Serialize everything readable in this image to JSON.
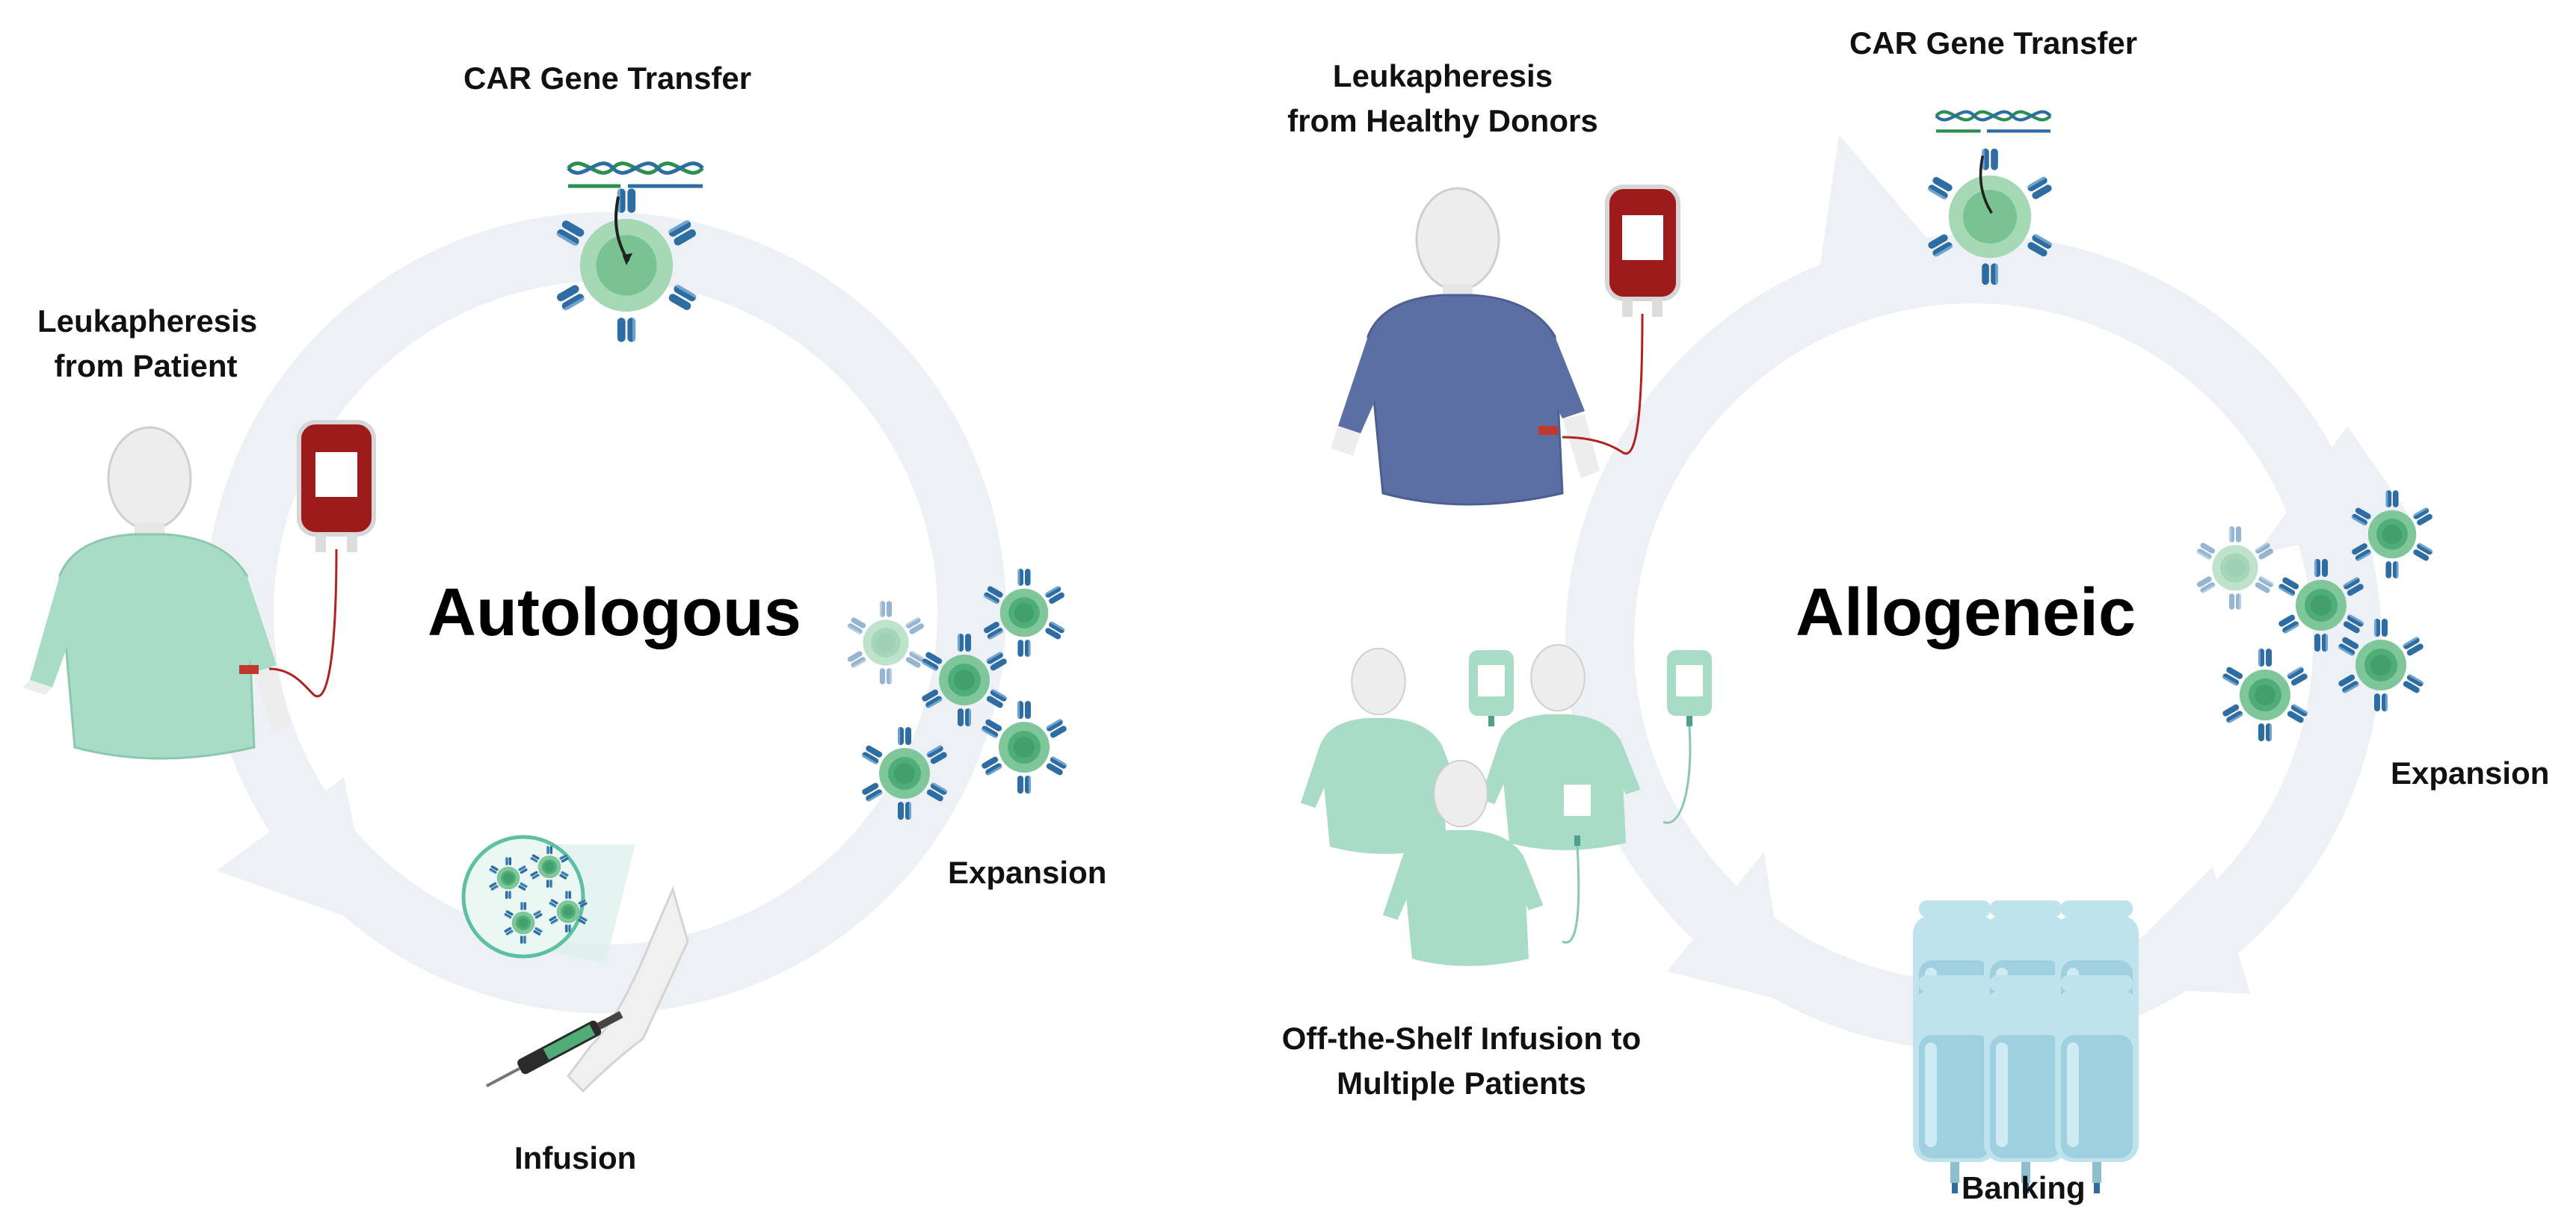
{
  "panels": {
    "autologous": {
      "title": "Autologous",
      "steps": {
        "leukapheresis": [
          "Leukapheresis",
          "from Patient"
        ],
        "gene_transfer": "CAR Gene Transfer",
        "expansion": "Expansion",
        "infusion": "Infusion"
      }
    },
    "allogeneic": {
      "title": "Allogeneic",
      "steps": {
        "leukapheresis": [
          "Leukapheresis",
          "from Healthy Donors"
        ],
        "gene_transfer": "CAR Gene Transfer",
        "expansion": "Expansion",
        "banking": "Banking",
        "infusion": [
          "Off-the-Shelf Infusion to",
          "Multiple Patients"
        ]
      }
    }
  },
  "colors": {
    "cycle_arrow": "#edf1f6",
    "gown_green": "#a8dcc7",
    "donor_shirt": "#5b6fa5",
    "blood_bag": "#9e1b1b",
    "cell_green": "#6fbf8c",
    "receptor_blue": "#2e6da4",
    "banking_bag": "#bfe3ec"
  },
  "icons": [
    "patient-figure",
    "blood-bag-icon",
    "car-t-cell-icon",
    "dna-icon",
    "expanding-cells-icon",
    "syringe-arm-icon",
    "cell-bank-bags-icon",
    "donor-figure",
    "recipient-figures"
  ]
}
